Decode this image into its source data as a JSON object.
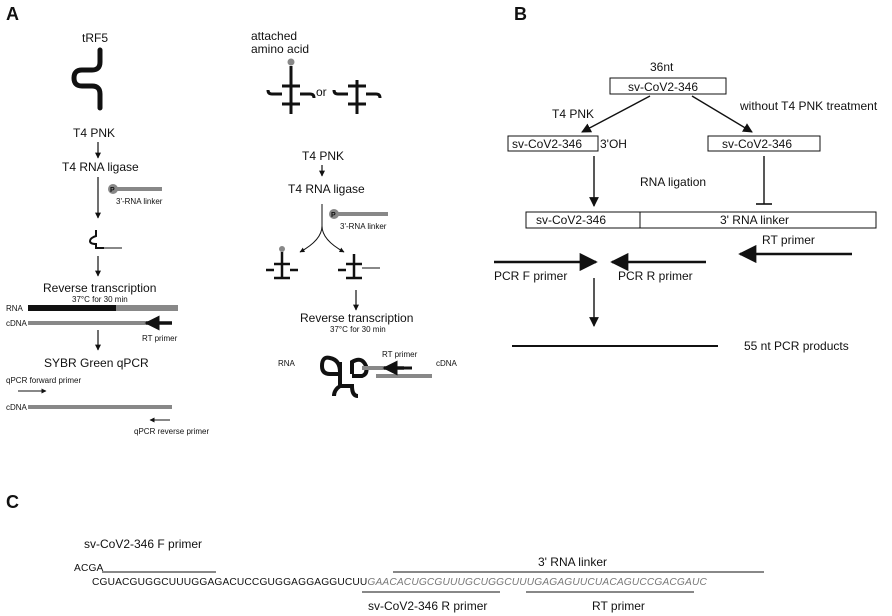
{
  "panels": {
    "a": "A",
    "b": "B",
    "c": "C"
  },
  "panel_a": {
    "trf5": "tRF5",
    "attached_line1": "attached",
    "attached_line2": "amino acid",
    "or": "or",
    "t4pnk_left": "T4 PNK",
    "ligase_left": "T4 RNA ligase",
    "linker_left": "3'-RNA linker",
    "p": "P",
    "rt_left": "Reverse transcription",
    "rt_cond_left": "37°C for 30 min",
    "rna_left": "RNA",
    "cdna_left": "cDNA",
    "rt_primer_left": "RT primer",
    "sybr": "SYBR Green qPCR",
    "qpcr_fwd": "qPCR forward primer",
    "cdna_left2": "cDNA",
    "qpcr_rev": "qPCR reverse primer",
    "t4pnk_right": "T4 PNK",
    "ligase_right": "T4 RNA ligase",
    "linker_right": "3'-RNA linker",
    "rt_right": "Reverse transcription",
    "rt_cond_right": "37°C for 30 min",
    "rna_right": "RNA",
    "rt_primer_right": "RT primer",
    "cdna_right": "cDNA"
  },
  "panel_b": {
    "len": "36nt",
    "box_top": "sv-CoV2-346",
    "t4pnk": "T4 PNK",
    "without": "without T4 PNK treatment",
    "box_left": "sv-CoV2-346",
    "oh": "3'OH",
    "box_right": "sv-CoV2-346",
    "ligation": "RNA ligation",
    "box_lig_left": "sv-CoV2-346",
    "box_lig_right": "3' RNA linker",
    "rt_primer": "RT primer",
    "pcr_f": "PCR F primer",
    "pcr_r": "PCR R primer",
    "product": "55 nt PCR products"
  },
  "panel_c": {
    "f_primer": "sv-CoV2-346 F primer",
    "linker": "3' RNA linker",
    "acga": "ACGA",
    "seq_rna": "CGUACGUGGCUUUGGAGACUCCGUGGAGGAGGUCUU",
    "seq_linker": "GAACACUGCGUUUGCUGGCUUUGAGAGUUCUACAGUCCGACGAUC",
    "r_primer": "sv-CoV2-346 R primer",
    "rt_primer": "RT primer"
  }
}
